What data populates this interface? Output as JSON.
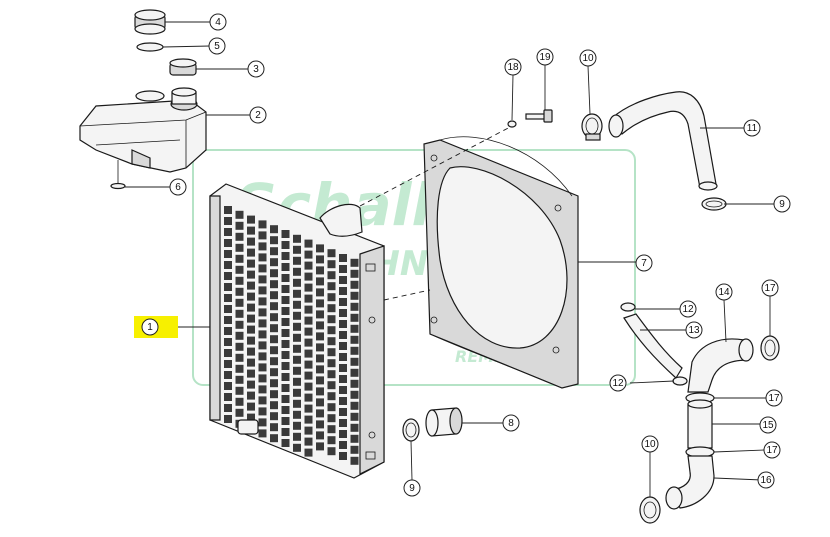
{
  "watermark": {
    "line1": "Schaller",
    "line2": "TECHNIK",
    "line3": "REMIS"
  },
  "highlight_color": "#f7f000",
  "watermark_color": "#b5e3c6",
  "callouts": [
    {
      "id": "c1",
      "label": "1"
    },
    {
      "id": "c2",
      "label": "2"
    },
    {
      "id": "c3",
      "label": "3"
    },
    {
      "id": "c4",
      "label": "4"
    },
    {
      "id": "c5",
      "label": "5"
    },
    {
      "id": "c6",
      "label": "6"
    },
    {
      "id": "c7",
      "label": "7"
    },
    {
      "id": "c8",
      "label": "8"
    },
    {
      "id": "c9a",
      "label": "9"
    },
    {
      "id": "c9b",
      "label": "9"
    },
    {
      "id": "c10a",
      "label": "10"
    },
    {
      "id": "c10b",
      "label": "10"
    },
    {
      "id": "c11",
      "label": "11"
    },
    {
      "id": "c12a",
      "label": "12"
    },
    {
      "id": "c12b",
      "label": "12"
    },
    {
      "id": "c13",
      "label": "13"
    },
    {
      "id": "c14",
      "label": "14"
    },
    {
      "id": "c15",
      "label": "15"
    },
    {
      "id": "c16",
      "label": "16"
    },
    {
      "id": "c17a",
      "label": "17"
    },
    {
      "id": "c17b",
      "label": "17"
    },
    {
      "id": "c17c",
      "label": "17"
    },
    {
      "id": "c18",
      "label": "18"
    },
    {
      "id": "c19",
      "label": "19"
    }
  ]
}
